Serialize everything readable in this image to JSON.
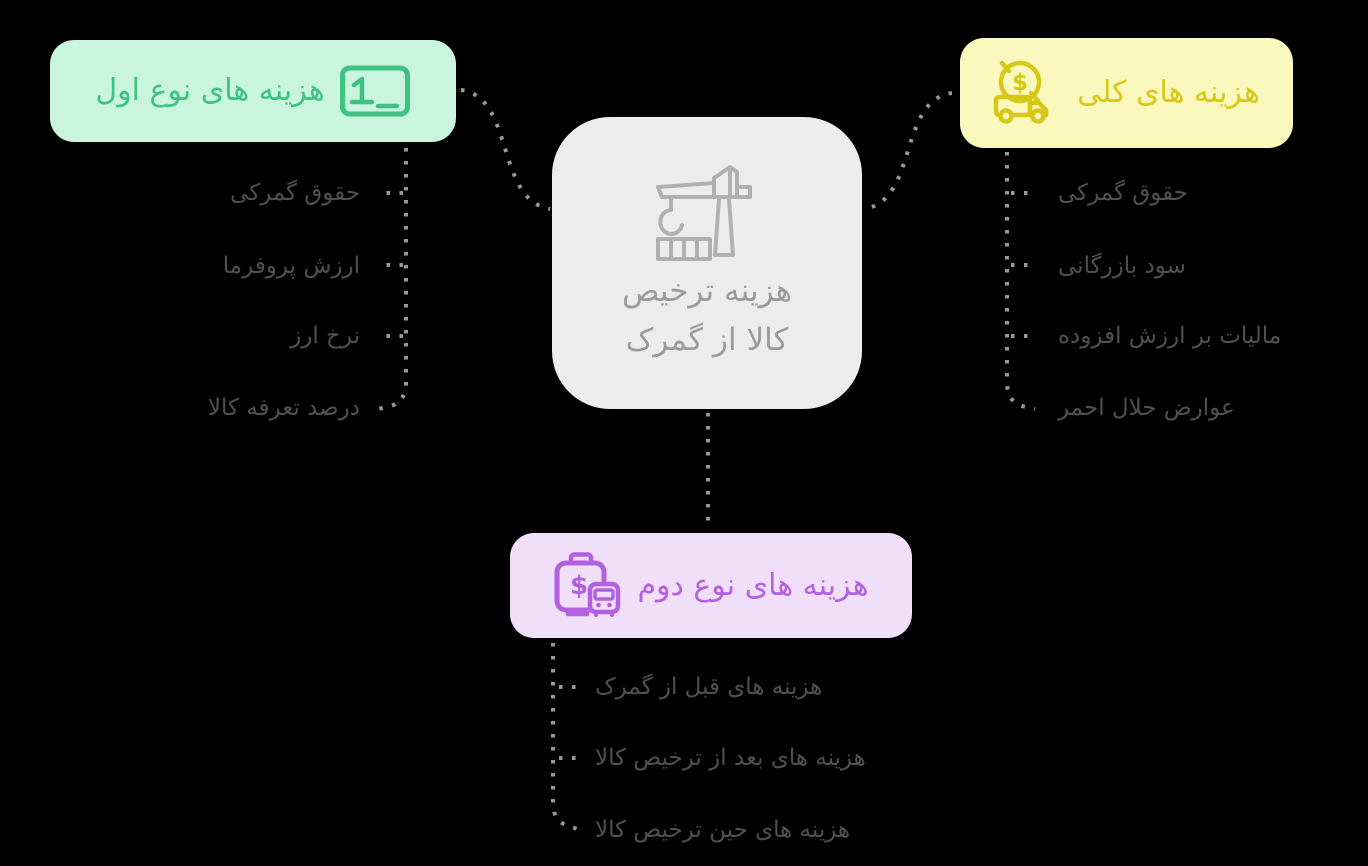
{
  "center": {
    "line1": "هزینه ترخیص",
    "line2": "کالا از گمرک",
    "icon": "container-crane-icon"
  },
  "branches": {
    "first": {
      "label": "هزینه های نوع اول",
      "icon": "number-one-box-icon",
      "accent": "#3fc183",
      "bg": "#c9f5dd",
      "items": [
        "حقوق گمرکی",
        "ارزش پروفرما",
        "نرخ ارز",
        "درصد تعرفه کالا"
      ]
    },
    "total": {
      "label": "هزینه های کلی",
      "icon": "dollar-coin-truck-icon",
      "accent": "#d8c816",
      "bg": "#fbf8bd",
      "items": [
        "حقوق گمرکی",
        "سود بازرگانی",
        "مالیات بر ارزش افزوده",
        "عوارض حلال احمر"
      ]
    },
    "second": {
      "label": "هزینه های نوع دوم",
      "icon": "dollar-suitcase-bus-icon",
      "accent": "#b261e2",
      "bg": "#f1def8",
      "items": [
        "هزینه های قبل از گمرک",
        "هزینه های بعد از ترخیص کالا",
        "هزینه های حین ترخیص کالا"
      ]
    }
  },
  "glyphs": {
    "dollar": "$"
  },
  "colors": {
    "background": "#000000",
    "connector": "#999999",
    "center_bg": "#ececec",
    "center_text": "#9b9b9b",
    "item_text": "#505050"
  }
}
